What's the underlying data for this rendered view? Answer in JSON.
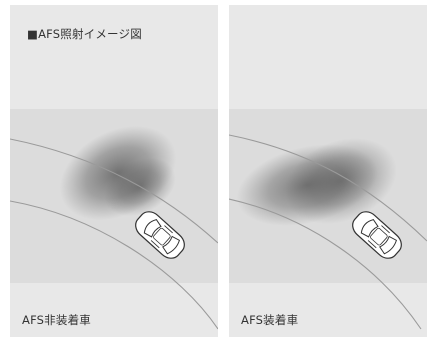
{
  "figure_title": "■AFS照射イメージ図",
  "panels": [
    {
      "caption": "AFS非装着車"
    },
    {
      "caption": "AFS装着車"
    }
  ],
  "colors": {
    "panel_bg": "#e8e8e8",
    "road_band": "#dcdcdc",
    "lane_line": "#9a9a9a",
    "beam": "#555555",
    "car_body": "#ffffff",
    "car_outline": "#333333"
  },
  "icons": [
    "car-icon"
  ]
}
